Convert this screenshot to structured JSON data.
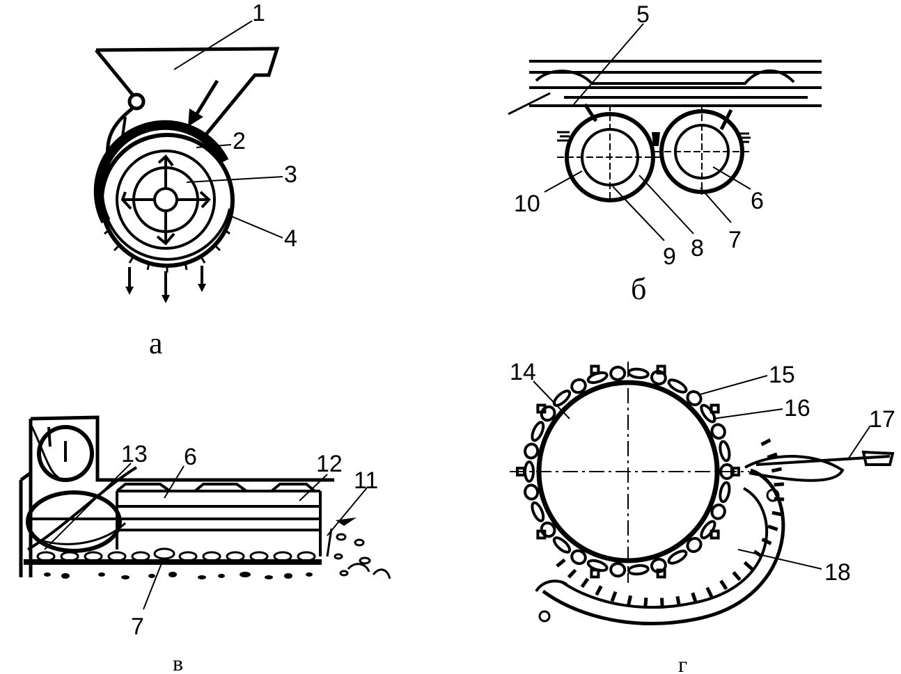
{
  "panels": {
    "a": {
      "caption": "а",
      "labels": {
        "l1": "1",
        "l2": "2",
        "l3": "3",
        "l4": "4"
      }
    },
    "b": {
      "caption": "б",
      "labels": {
        "l5": "5",
        "l6": "6",
        "l7": "7",
        "l8": "8",
        "l9": "9",
        "l10": "10"
      }
    },
    "v": {
      "caption": "в",
      "labels": {
        "l6": "6",
        "l7": "7",
        "l11": "11",
        "l12": "12",
        "l13": "13"
      }
    },
    "g": {
      "caption": "г",
      "labels": {
        "l14": "14",
        "l15": "15",
        "l16": "16",
        "l17": "17",
        "l18": "18"
      }
    }
  }
}
